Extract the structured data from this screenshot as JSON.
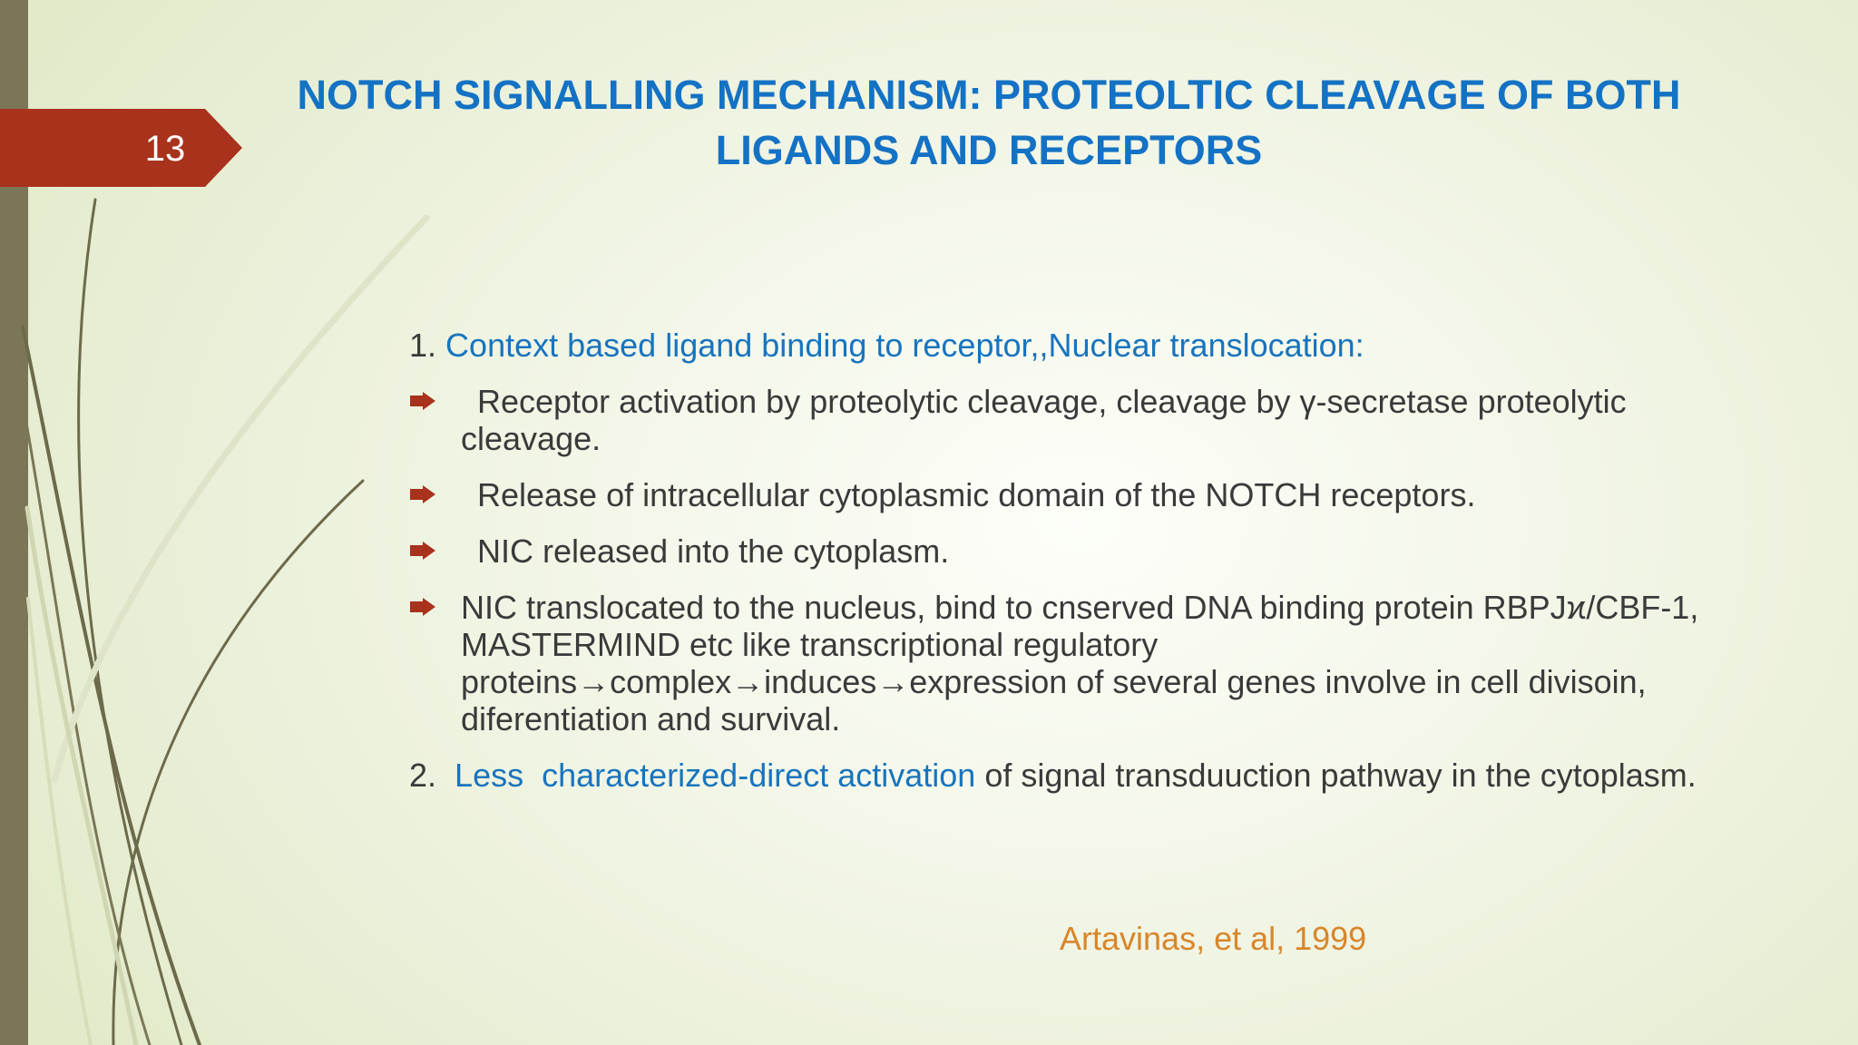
{
  "slide": {
    "number": "13"
  },
  "title": {
    "line1": "NOTCH SIGNALLING MECHANISM: PROTEOLTIC CLEAVAGE OF BOTH",
    "line2": "LIGANDS AND RECEPTORS"
  },
  "content": {
    "item1": {
      "number": "1.",
      "heading": "Context based ligand binding to receptor,,Nuclear translocation:"
    },
    "bullets": [
      {
        "text": "Receptor activation by proteolytic cleavage, cleavage by γ-secretase proteolytic cleavage."
      },
      {
        "text": "Release of intracellular cytoplasmic domain of the NOTCH receptors."
      },
      {
        "text": "NIC released into the cytoplasm."
      },
      {
        "text": "NIC translocated to the nucleus, bind to cnserved DNA binding protein RBPJϰ/CBF-1, MASTERMIND etc like transcriptional regulatory proteins→complex→induces→expression of several genes involve in cell divisoin, diferentiation and survival."
      }
    ],
    "item2": {
      "number": "2.",
      "highlight": "Less  characterized-direct activation",
      "rest": "of signal transduuction pathway in the cytoplasm."
    }
  },
  "citation": "Artavinas, et al, 1999",
  "colors": {
    "title": "#1472c4",
    "body_text": "#3a3a3a",
    "highlight": "#1874be",
    "bullet": "#a8321c",
    "citation": "#d8862a",
    "slide_number_tag": "#a8321c",
    "left_bar": "#7b7658"
  },
  "icons": {
    "bullet": "arrow-right-icon"
  }
}
